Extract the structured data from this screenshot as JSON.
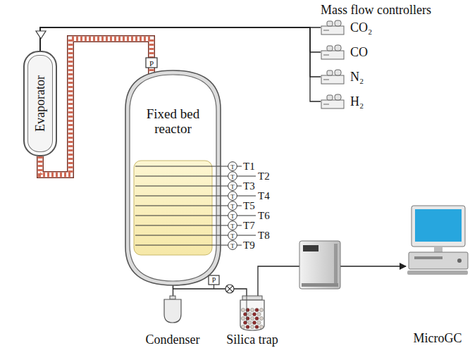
{
  "diagram": {
    "nodes": [
      {
        "text": [
          "Evaporator"
        ]
      },
      {
        "text": [
          "Fixed bed reactor"
        ]
      },
      {
        "text": [
          "CO₂"
        ]
      },
      {
        "text": [
          "CO"
        ]
      },
      {
        "text": [
          "N₂"
        ]
      },
      {
        "text": [
          "H₂"
        ]
      },
      {
        "text": [
          "Condenser"
        ]
      },
      {
        "text": [
          "Silica trap"
        ]
      },
      {
        "text": [
          "MicroGC"
        ]
      }
    ],
    "edges": [
      {
        "from": 2,
        "to": 0,
        "arrow": "none"
      },
      {
        "from": 3,
        "to": 0,
        "arrow": "none"
      },
      {
        "from": 4,
        "to": 0,
        "arrow": "none"
      },
      {
        "from": 5,
        "to": 0,
        "arrow": "none"
      },
      {
        "from": 0,
        "to": 1,
        "arrow": "none"
      },
      {
        "from": 1,
        "to": 6,
        "arrow": "none"
      },
      {
        "from": 1,
        "to": 7,
        "arrow": "none"
      },
      {
        "from": 7,
        "to": 8,
        "arrow": "to"
      }
    ],
    "labels": [
      "Mass flow controllers",
      "P",
      "P",
      "T",
      "T",
      "T",
      "T",
      "T",
      "T",
      "T",
      "T",
      "T",
      "T1",
      "T2",
      "T3",
      "T4",
      "T5",
      "T6",
      "T7",
      "T8",
      "T9"
    ]
  }
}
